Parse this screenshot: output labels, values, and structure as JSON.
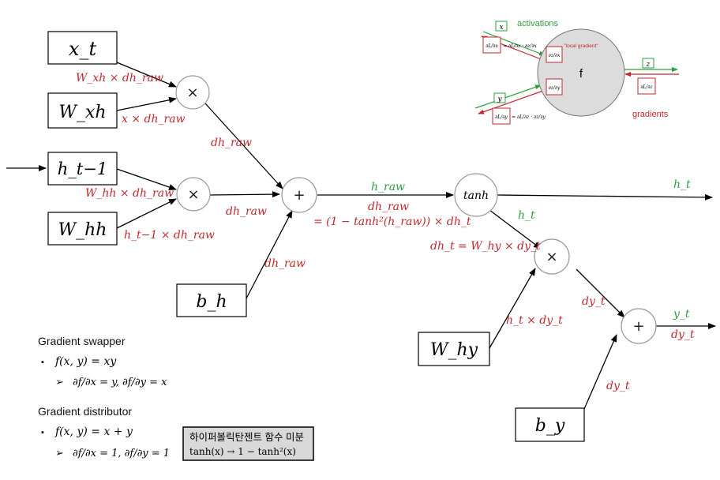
{
  "colors": {
    "red": "#c0282d",
    "green": "#2e9e3e",
    "node_stroke": "#999999"
  },
  "boxes": {
    "xt": "x_t",
    "wxh": "W_xh",
    "htm1": "h_t−1",
    "whh": "W_hh",
    "bh": "b_h",
    "why": "W_hy",
    "by": "b_y"
  },
  "ops": {
    "mul": "×",
    "add": "+",
    "tanh": "tanh"
  },
  "labels": {
    "wxh_dh": "W_xh × dh_raw",
    "x_dh": "x × dh_raw",
    "dhraw_1": "dh_raw",
    "whh_dh": "W_hh × dh_raw",
    "htm1_dh": "h_t−1 × dh_raw",
    "dhraw_2": "dh_raw",
    "dhraw_3": "dh_raw",
    "hraw": "h_raw",
    "dhraw_4": "dh_raw",
    "tanh_deriv": "= (1 − tanh²(h_raw)) × dh_t",
    "ht_top": "h_t",
    "ht_mid": "h_t",
    "dht_eq": "dh_t = W_hy × dy_t",
    "ht_dyt": "h_t × dy_t",
    "dyt_1": "dy_t",
    "dyt_2": "dy_t",
    "yt": "y_t",
    "dyt_out": "dy_t"
  },
  "inset": {
    "activations": "activations",
    "gradients": "gradients",
    "local_gradient": "\"local gradient\"",
    "node": "f",
    "x": "x",
    "y": "y",
    "z": "z",
    "dLdx": "∂L/∂x",
    "dLdy": "∂L/∂y",
    "dLdz": "∂L/∂z",
    "dzdx": "∂z/∂x",
    "dzdy": "∂z/∂y",
    "chain_x": "= ∂L/∂z · ∂z/∂x",
    "chain_y": "= ∂L/∂z · ∂z/∂y"
  },
  "notes": {
    "swapper_title": "Gradient swapper",
    "swapper_f": "f(x, y) = xy",
    "swapper_d": "∂f/∂x = y,  ∂f/∂y = x",
    "distributor_title": "Gradient distributor",
    "distributor_f": "f(x, y) = x + y",
    "distributor_d": "∂f/∂x = 1,  ∂f/∂y = 1",
    "bullet": "▪",
    "arrow": "➢"
  },
  "callout": {
    "title": "하이퍼볼릭탄젠트 함수 미분",
    "formula": "tanh(x) → 1 − tanh²(x)"
  }
}
